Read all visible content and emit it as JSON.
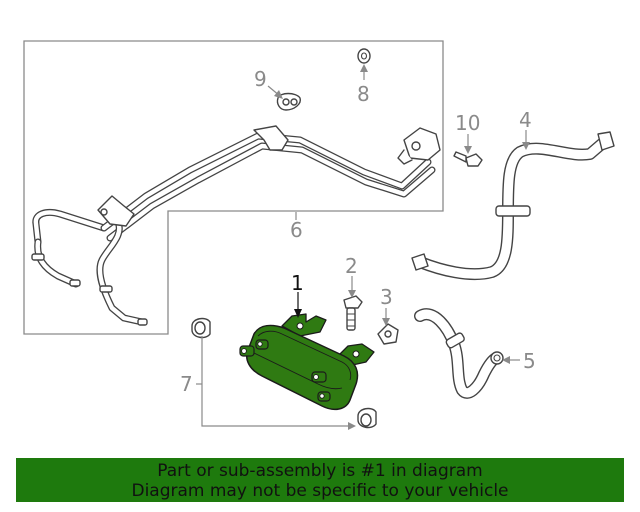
{
  "callouts": {
    "c1": "1",
    "c2": "2",
    "c3": "3",
    "c4": "4",
    "c5": "5",
    "c6": "6",
    "c7": "7",
    "c8": "8",
    "c9": "9",
    "c10": "10"
  },
  "colors": {
    "highlight_part": "#2f7a12",
    "banner_background": "#1e7a0d",
    "callout_gray": "#8a8a8a"
  },
  "banner": {
    "line1": "Part or sub-assembly is #1 in diagram",
    "line2": "Diagram may not be specific to your vehicle"
  }
}
